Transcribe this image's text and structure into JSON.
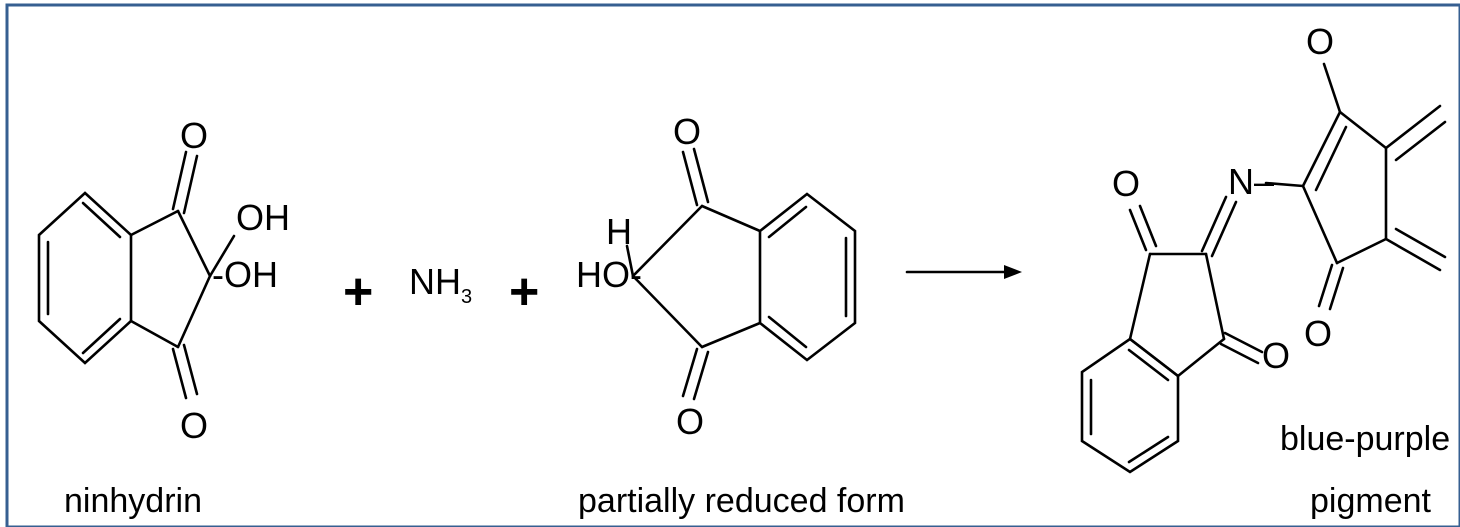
{
  "captions": {
    "ninhydrin": "ninhydrin",
    "reduced": "partially reduced form",
    "pigment_line1": "blue-purple",
    "pigment_line2": "pigment"
  },
  "atoms": {
    "oxygen": "O",
    "hydroxyl_right": "OH",
    "hydroxyl_bond_right": "-OH",
    "hydrogen": "H",
    "hydroxyl_left": "HO-",
    "nitrogen": "N",
    "nitrogen_bond": "N–",
    "ammonia_base": "NH",
    "ammonia_sub": "3"
  },
  "operators": {
    "plus": "+"
  },
  "colors": {
    "frame": "#365f91",
    "ink": "#000000"
  }
}
